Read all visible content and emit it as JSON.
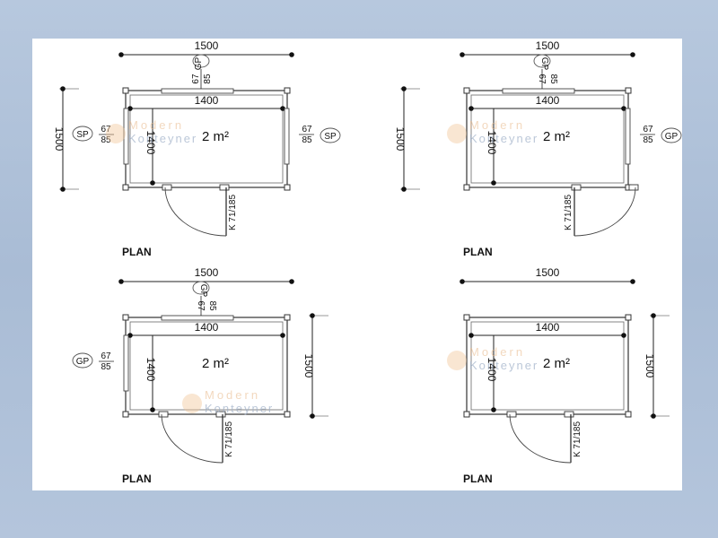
{
  "plans": [
    {
      "id": "plan-1",
      "overall_width": "1500",
      "inner_width": "1400",
      "overall_height": "1500",
      "inner_height": "1400",
      "area": "2 m²",
      "label": "PLAN",
      "door_code": "K 71/185",
      "top_window": {
        "code": "GP",
        "w": "67",
        "h": "85"
      },
      "left_window": {
        "code": "SP",
        "w": "67",
        "h": "85"
      },
      "right_window": {
        "code": "SP",
        "w": "67",
        "h": "85"
      }
    },
    {
      "id": "plan-2",
      "overall_width": "1500",
      "inner_width": "1400",
      "overall_height": "1500",
      "inner_height": "1400",
      "area": "2 m²",
      "label": "PLAN",
      "door_code": "K 71/185",
      "top_window": {
        "code": "GP",
        "w": "67",
        "h": "85"
      },
      "right_window": {
        "code": "GP",
        "w": "67",
        "h": "85"
      }
    },
    {
      "id": "plan-3",
      "overall_width": "1500",
      "inner_width": "1400",
      "overall_height": "1500",
      "inner_height": "1400",
      "area": "2 m²",
      "label": "PLAN",
      "door_code": "K 71/185",
      "top_window": {
        "code": "GP",
        "w": "67",
        "h": "85"
      },
      "left_window": {
        "code": "GP",
        "w": "67",
        "h": "85"
      }
    },
    {
      "id": "plan-4",
      "overall_width": "1500",
      "inner_width": "1400",
      "overall_height": "1500",
      "inner_height": "1400",
      "area": "2 m²",
      "label": "PLAN",
      "door_code": "K 71/185"
    }
  ],
  "watermark": {
    "line1": "Modern",
    "line2": "Konteyner"
  }
}
